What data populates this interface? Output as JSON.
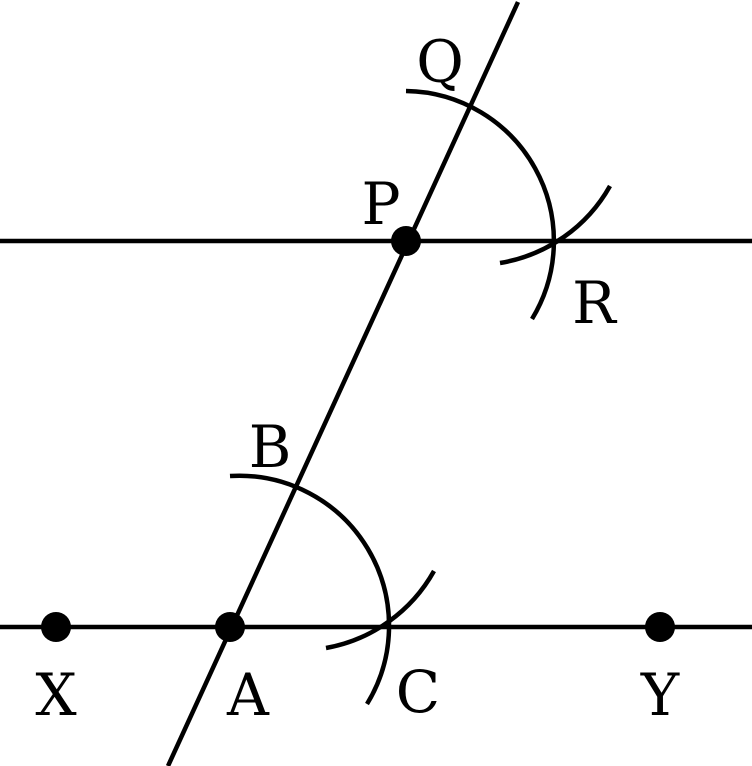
{
  "labels": {
    "Q": "Q",
    "P": "P",
    "R": "R",
    "B": "B",
    "X": "X",
    "A": "A",
    "C": "C",
    "Y": "Y"
  },
  "colors": {
    "ink": "#000000",
    "background": "#ffffff"
  }
}
